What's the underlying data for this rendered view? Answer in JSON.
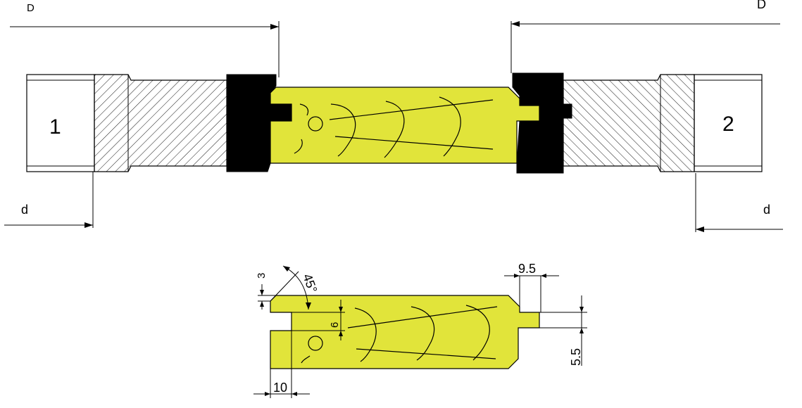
{
  "labels": {
    "D_left": "D",
    "D_right": "D",
    "d_left": "d",
    "d_right": "d",
    "part_1": "1",
    "part_2": "2"
  },
  "dimensions": {
    "dim_3": "3",
    "dim_45deg": "45°",
    "dim_6": "6",
    "dim_9_5": "9.5",
    "dim_5_5": "5.5",
    "dim_10": "10"
  },
  "colors": {
    "cutter_body": "#e1e43a",
    "steel_insert": "#000000",
    "hatch": "#000000"
  }
}
